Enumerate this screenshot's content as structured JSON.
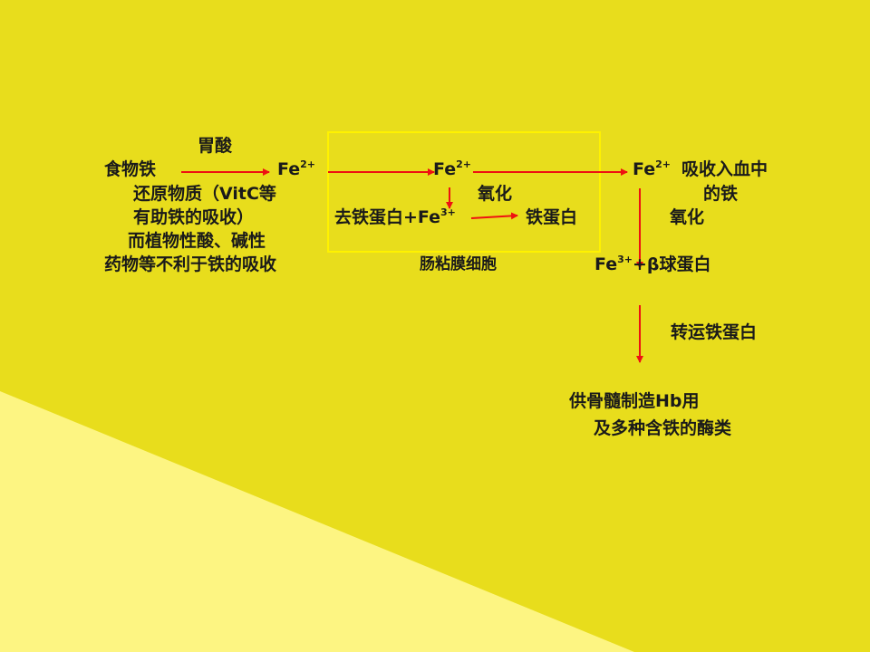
{
  "colors": {
    "background": "#e8dd1c",
    "corner_light": "#fdf582",
    "arrow": "#ee1111",
    "box": "#fff200",
    "text": "#1a1a1a"
  },
  "labels": {
    "gastric_acid": "胃酸",
    "food_iron": "食物铁",
    "fe2_a": "Fe",
    "fe2_a_sup": "2+",
    "fe2_b": "Fe",
    "fe2_b_sup": "2+",
    "fe2_c": "Fe",
    "fe2_c_sup": "2+",
    "absorb_into_blood": "吸收入血中",
    "iron_in_blood": "的铁",
    "reducing": "还原物质（VitC等",
    "helps_absorb": "有助铁的吸收）",
    "phytic": "而植物性酸、碱性",
    "drugs_hinder": "药物等不利于铁的吸收",
    "oxidation_1": "氧化",
    "apoferritin": "去铁蛋白+Fe",
    "apoferritin_sup": "3+",
    "ferritin": "铁蛋白",
    "intestinal_cell": "肠粘膜细胞",
    "oxidation_2": "氧化",
    "fe3_prefix": "Fe",
    "fe3_sup": "3+",
    "fe3_suffix": "+β球蛋白",
    "transferrin": "转运铁蛋白",
    "supply_marrow": "供骨髓制造Hb用",
    "enzymes": "及多种含铁的酶类"
  }
}
